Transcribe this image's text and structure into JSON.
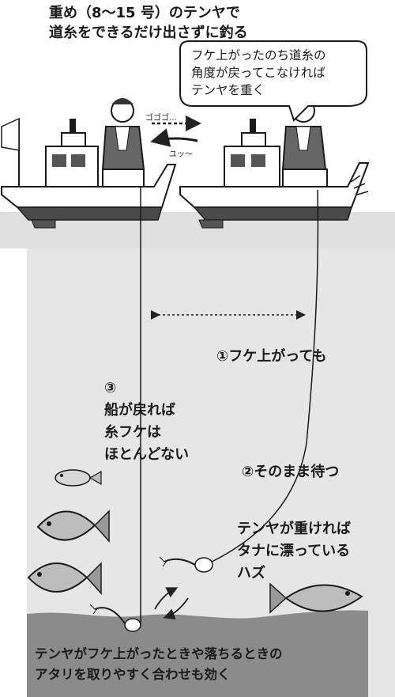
{
  "title": {
    "line1": "重め（8〜15 号）のテンヤで",
    "line2": "道糸をできるだけ出さずに釣る"
  },
  "bubble": {
    "line1": "フケ上がったのち道糸の",
    "line2": "角度が戻ってこなければ",
    "line3": "テンヤを重く"
  },
  "sound_effects": {
    "engine": "ゴゴゴ…",
    "coast": "ユッ〜"
  },
  "labels": {
    "step1": "①フケ上がっても",
    "step2": "②そのまま待つ",
    "step3_num": "③",
    "step3_line1": "船が戻れば",
    "step3_line2": "糸フケは",
    "step3_line3": "ほとんどない",
    "heavy_line1": "テンヤが重ければ",
    "heavy_line2": "タナに漂っている",
    "heavy_line3": "ハズ"
  },
  "caption": {
    "line1": "テンヤがフケ上がったときや落ちるときの",
    "line2": "アタリを取りやすく合わせも効く"
  },
  "colors": {
    "water": "#e6e6e6",
    "seabed": "#8a8a8a",
    "ink": "#1a1a1a"
  }
}
